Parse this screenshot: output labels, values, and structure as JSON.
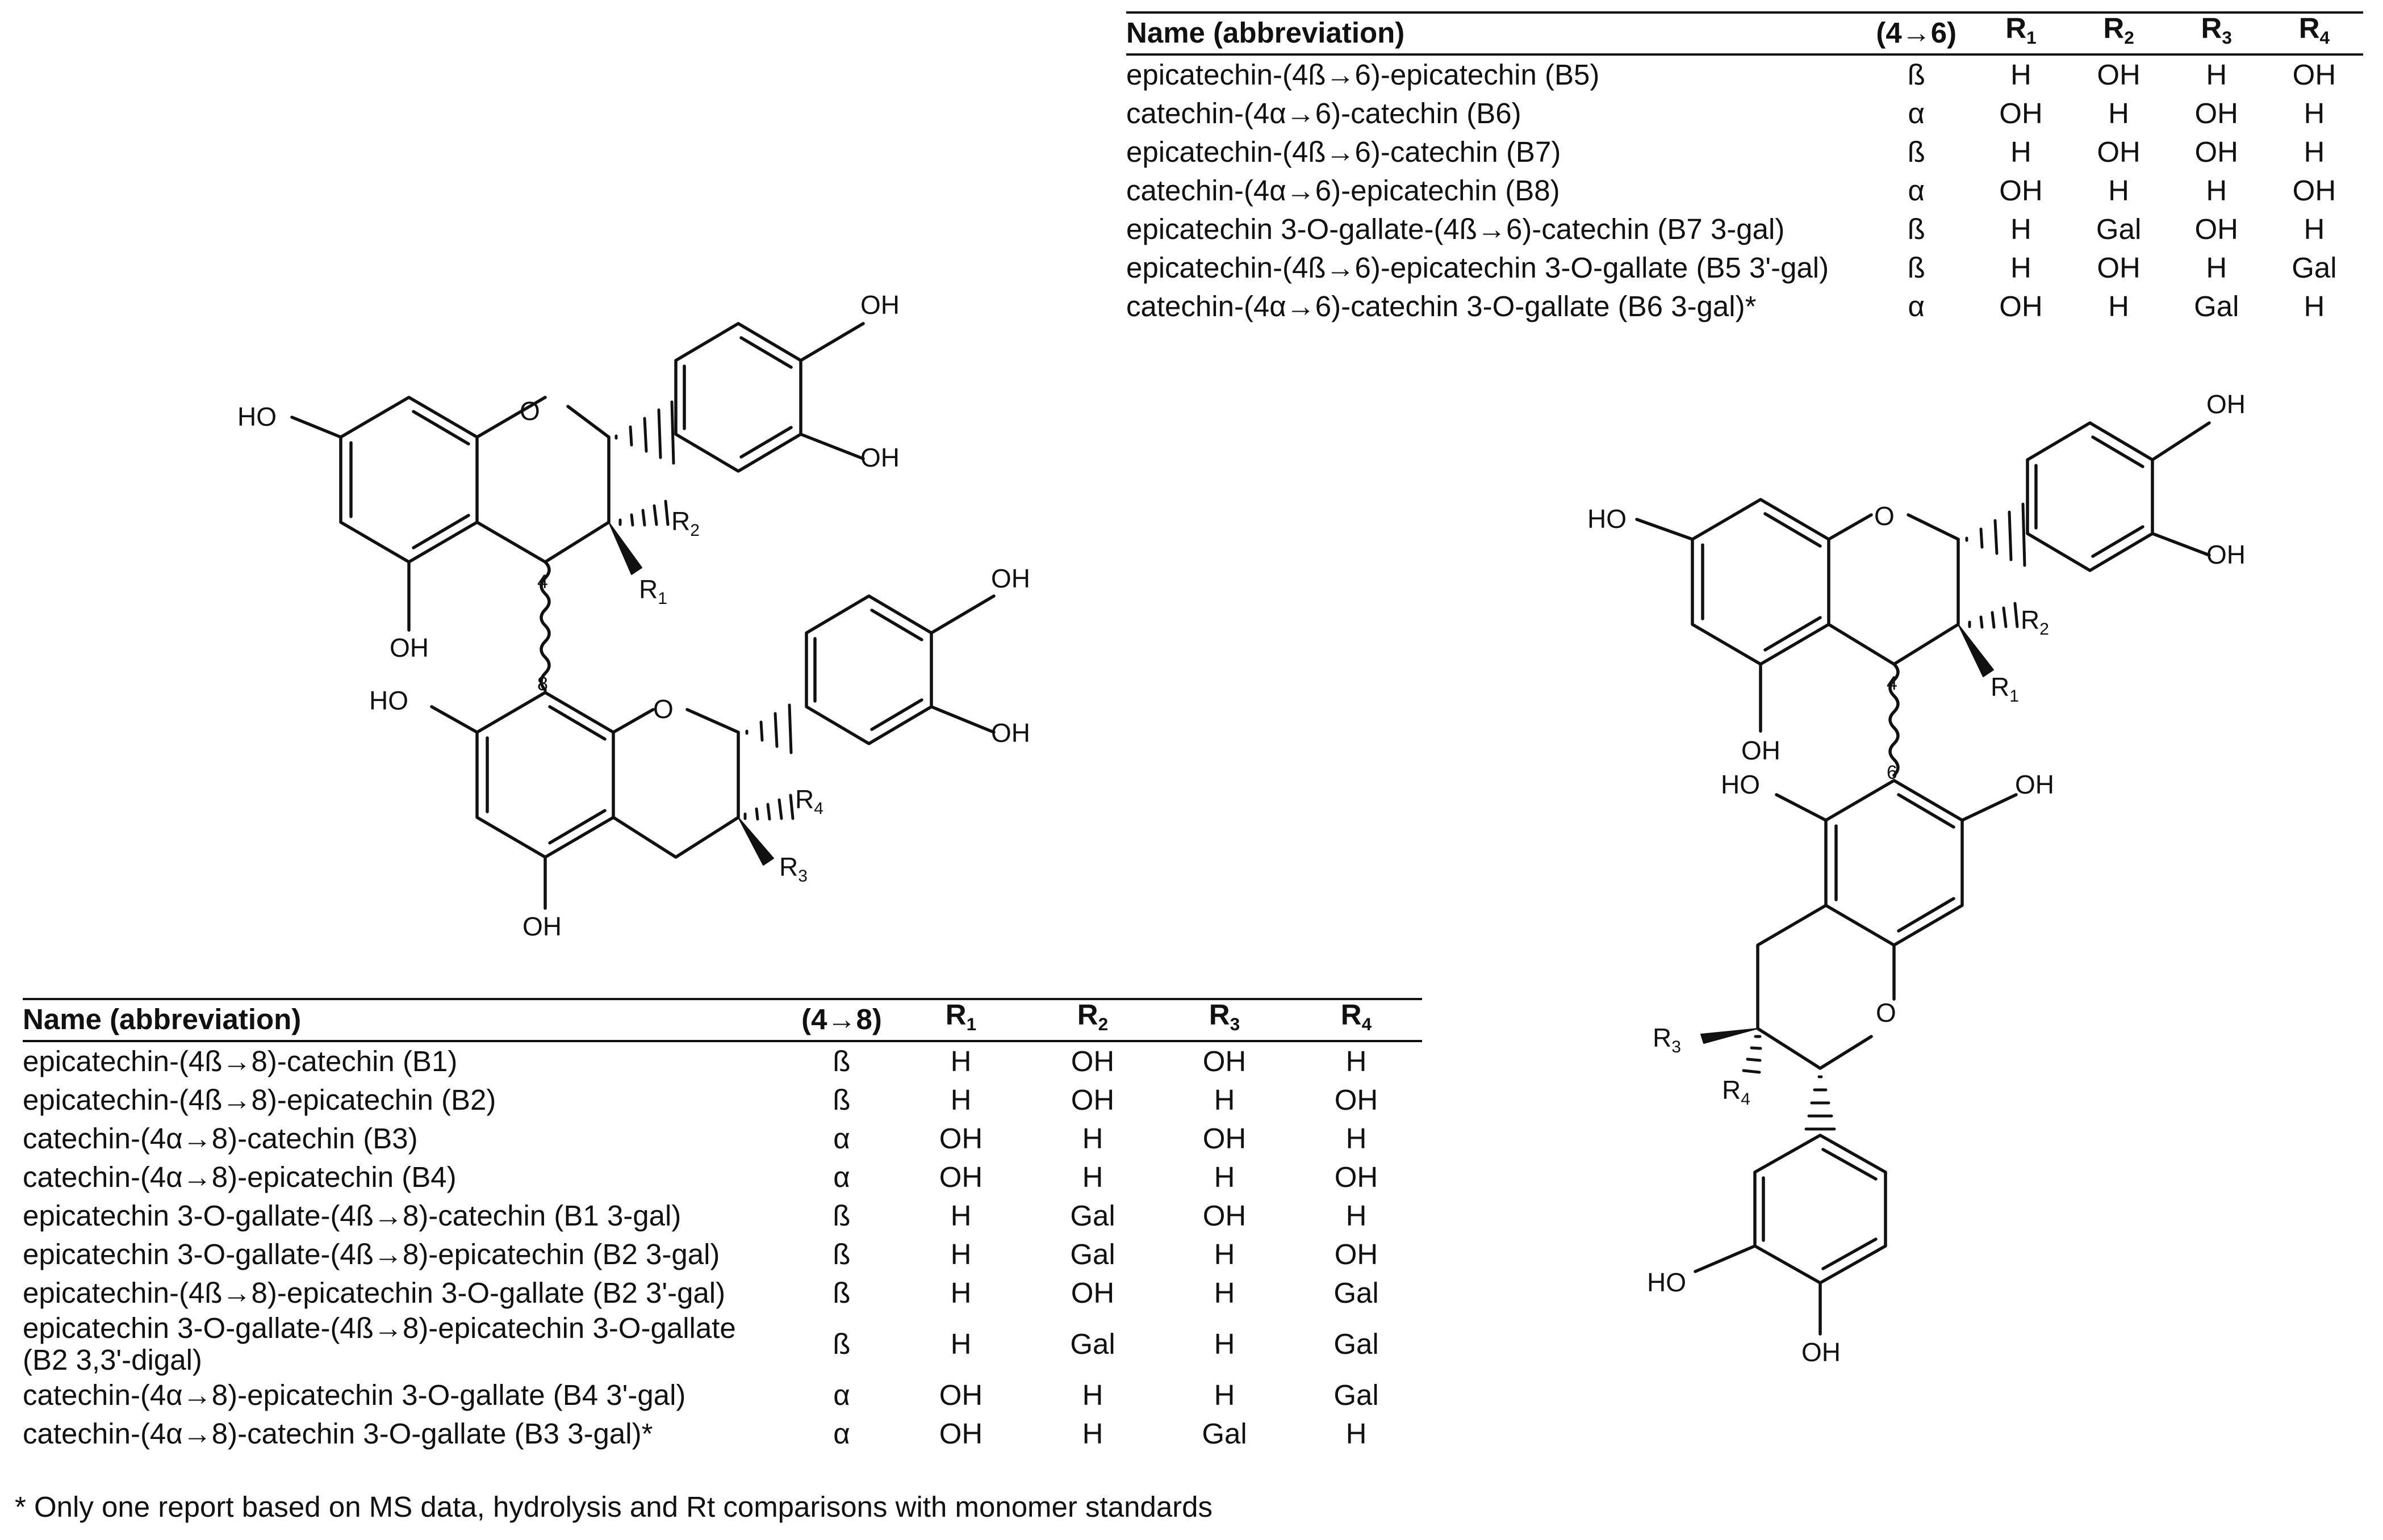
{
  "table_4_6": {
    "headers": [
      "Name (abbreviation)",
      "(4→6)",
      "R1",
      "R2",
      "R3",
      "R4"
    ],
    "rows": [
      [
        "epicatechin-(4ß→6)-epicatechin (B5)",
        "ß",
        "H",
        "OH",
        "H",
        "OH"
      ],
      [
        "catechin-(4α→6)-catechin (B6)",
        "α",
        "OH",
        "H",
        "OH",
        "H"
      ],
      [
        "epicatechin-(4ß→6)-catechin (B7)",
        "ß",
        "H",
        "OH",
        "OH",
        "H"
      ],
      [
        "catechin-(4α→6)-epicatechin (B8)",
        "α",
        "OH",
        "H",
        "H",
        "OH"
      ],
      [
        "epicatechin 3-O-gallate-(4ß→6)-catechin (B7 3-gal)",
        "ß",
        "H",
        "Gal",
        "OH",
        "H"
      ],
      [
        "epicatechin-(4ß→6)-epicatechin 3-O-gallate (B5 3'-gal)",
        "ß",
        "H",
        "OH",
        "H",
        "Gal"
      ],
      [
        "catechin-(4α→6)-catechin 3-O-gallate (B6 3-gal)*",
        "α",
        "OH",
        "H",
        "Gal",
        "H"
      ]
    ]
  },
  "table_4_8": {
    "headers": [
      "Name (abbreviation)",
      "(4→8)",
      "R1",
      "R2",
      "R3",
      "R4"
    ],
    "rows": [
      [
        "epicatechin-(4ß→8)-catechin (B1)",
        "ß",
        "H",
        "OH",
        "OH",
        "H"
      ],
      [
        "epicatechin-(4ß→8)-epicatechin (B2)",
        "ß",
        "H",
        "OH",
        "H",
        "OH"
      ],
      [
        "catechin-(4α→8)-catechin (B3)",
        "α",
        "OH",
        "H",
        "OH",
        "H"
      ],
      [
        "catechin-(4α→8)-epicatechin (B4)",
        "α",
        "OH",
        "H",
        "H",
        "OH"
      ],
      [
        "epicatechin 3-O-gallate-(4ß→8)-catechin (B1 3-gal)",
        "ß",
        "H",
        "Gal",
        "OH",
        "H"
      ],
      [
        "epicatechin 3-O-gallate-(4ß→8)-epicatechin (B2 3-gal)",
        "ß",
        "H",
        "Gal",
        "H",
        "OH"
      ],
      [
        "epicatechin-(4ß→8)-epicatechin 3-O-gallate (B2 3'-gal)",
        "ß",
        "H",
        "OH",
        "H",
        "Gal"
      ],
      [
        "epicatechin 3-O-gallate-(4ß→8)-epicatechin 3-O-gallate (B2 3,3'-digal)",
        "ß",
        "H",
        "Gal",
        "H",
        "Gal"
      ],
      [
        "catechin-(4α→8)-epicatechin 3-O-gallate (B4 3'-gal)",
        "α",
        "OH",
        "H",
        "H",
        "Gal"
      ],
      [
        "catechin-(4α→8)-catechin 3-O-gallate (B3 3-gal)*",
        "α",
        "OH",
        "H",
        "Gal",
        "H"
      ]
    ]
  },
  "footnote": "* Only one report based on MS data, hydrolysis and Rt comparisons with monomer standards",
  "structure_4_8": {
    "labels": {
      "ho_top_a": "HO",
      "oh_top_a_5": "OH",
      "o_ring_top": "O",
      "oh_b_top": "OH",
      "oh_b_bottom": "OH",
      "r2": "R",
      "r2_sub": "2",
      "r1": "R",
      "r1_sub": "1",
      "locant_4": "4",
      "locant_8": "8",
      "ho_bottom_a": "HO",
      "oh_bottom_a_5": "OH",
      "o_ring_bottom": "O",
      "oh_e_top": "OH",
      "oh_e_bottom": "OH",
      "r4": "R",
      "r4_sub": "4",
      "r3": "R",
      "r3_sub": "3"
    }
  },
  "structure_4_6": {
    "labels": {
      "ho_top_a": "HO",
      "oh_top_a_5": "OH",
      "o_ring_top": "O",
      "oh_b_top": "OH",
      "oh_b_bottom": "OH",
      "r2": "R",
      "r2_sub": "2",
      "r1": "R",
      "r1_sub": "1",
      "locant_4": "4",
      "locant_6": "6",
      "ho_lower_5": "HO",
      "oh_lower_7": "OH",
      "o_ring_lower": "O",
      "r3": "R",
      "r3_sub": "3",
      "r4": "R",
      "r4_sub": "4",
      "ho_e_left": "HO",
      "oh_e_bottom": "OH"
    }
  }
}
